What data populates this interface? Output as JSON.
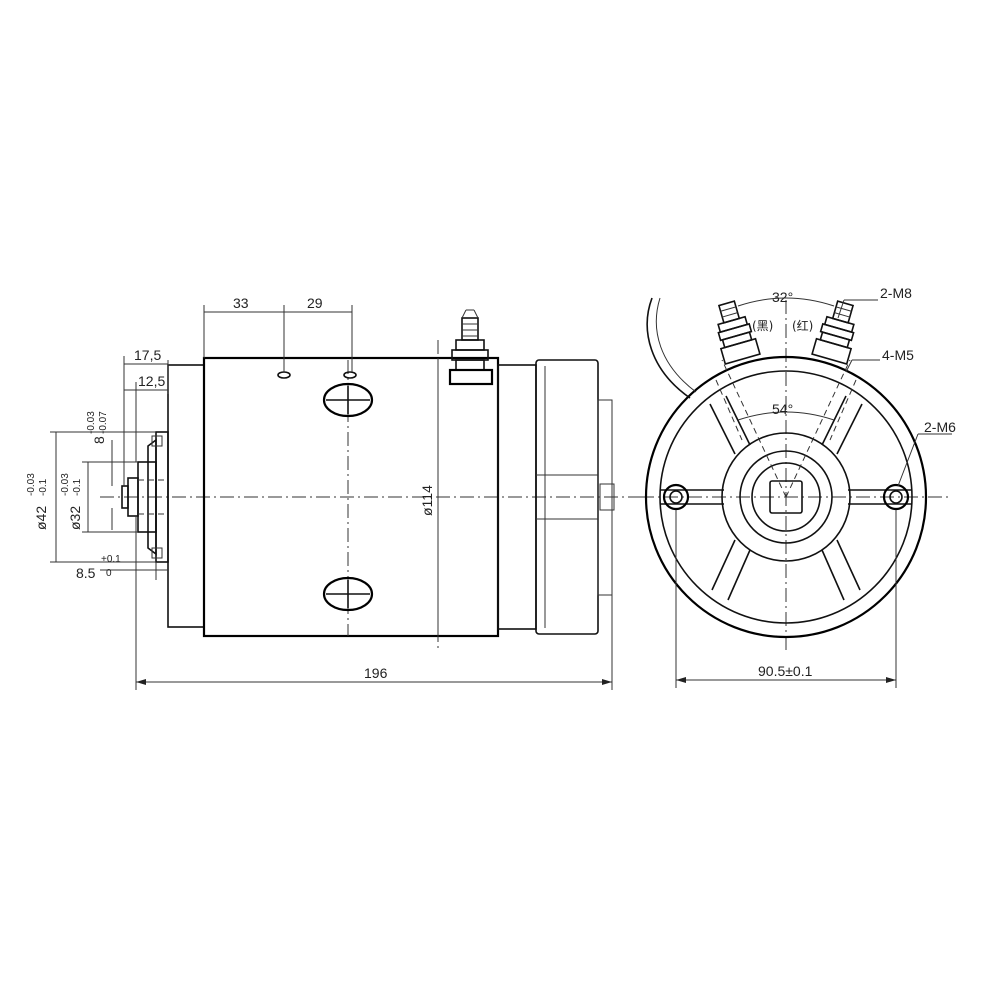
{
  "drawing": {
    "side_view": {
      "dim_17_5": "17,5",
      "dim_12_5": "12,5",
      "dim_33": "33",
      "dim_29": "29",
      "dim_8": "8",
      "dim_8_tol_upper": "-0.03",
      "dim_8_tol_lower": "-0.07",
      "dim_42": "ø42",
      "dim_42_tol_upper": "-0.03",
      "dim_42_tol_lower": "-0.1",
      "dim_32": "ø32",
      "dim_32_tol_upper": "-0.03",
      "dim_32_tol_lower": "-0.1",
      "dim_8_5": "8.5",
      "dim_8_5_tol_upper": "+0.1",
      "dim_8_5_tol_lower": "0",
      "dim_114": "ø114",
      "dim_196": "196"
    },
    "end_view": {
      "angle_32": "32°",
      "angle_54": "54°",
      "label_2m8": "2-M8",
      "label_4m5": "4-M5",
      "label_2m6": "2-M6",
      "terminal_black": "(黑)",
      "terminal_red": "(红)",
      "dim_90_5": "90.5±0.1"
    }
  }
}
